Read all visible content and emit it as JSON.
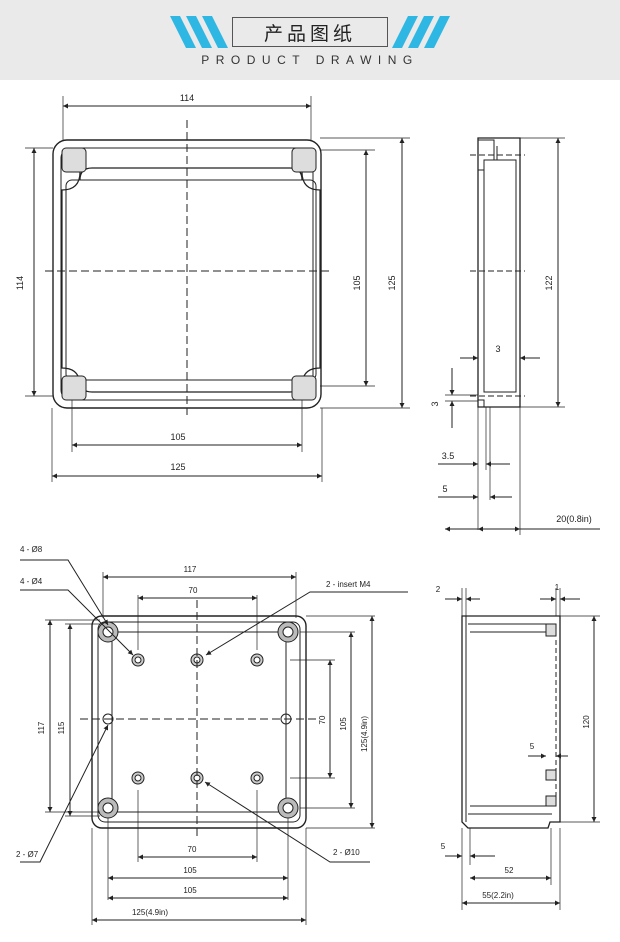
{
  "header": {
    "title_cn": "产品图纸",
    "title_en": "PRODUCT DRAWING",
    "accent_color": "#2fb7e3"
  },
  "view1": {
    "dim_top_width": "114",
    "dim_left_height": "114",
    "dim_inner_height": "105",
    "dim_outer_height": "125",
    "dim_inner_width": "105",
    "dim_outer_width": "125"
  },
  "view2": {
    "dim_height": "122",
    "dim_wall": "3",
    "dim_lip": "3",
    "dim_gap": "3.5",
    "dim_step": "5",
    "dim_depth": "20(0.8in)"
  },
  "view3": {
    "label_hole8": "4 - Ø8",
    "label_hole4": "4 - Ø4",
    "label_insert": "2 - insert  M4",
    "label_hole7": "2 - Ø7",
    "label_hole10": "2 - Ø10",
    "dim_top_117": "117",
    "dim_top_70": "70",
    "dim_left_117": "117",
    "dim_left_115": "115",
    "dim_right_70": "70",
    "dim_right_105": "105",
    "dim_right_125": "125(4.9in)",
    "dim_bottom_70": "70",
    "dim_bottom_105a": "105",
    "dim_bottom_105b": "105",
    "dim_bottom_125": "125(4.9in)"
  },
  "view4": {
    "dim_wall_left": "2",
    "dim_wall_right": "1",
    "dim_height": "120",
    "dim_rib": "5",
    "dim_step": "5",
    "dim_depth_inner": "52",
    "dim_depth_outer": "55(2.2in)"
  }
}
